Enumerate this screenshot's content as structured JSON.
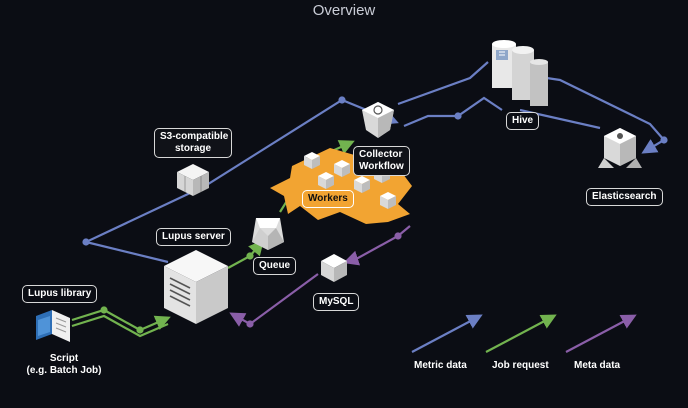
{
  "title": "Overview",
  "nodes": {
    "s3": "S3-compatible storage",
    "s3_line1": "S3-compatible",
    "s3_line2": "storage",
    "lupus_server": "Lupus server",
    "lupus_library": "Lupus library",
    "queue": "Queue",
    "workers": "Workers",
    "collector_line1": "Collector",
    "collector_line2": "Workflow",
    "mysql": "MySQL",
    "hive": "Hive",
    "elasticsearch": "Elasticsearch",
    "script_line1": "Script",
    "script_line2": "(e.g. Batch Job)"
  },
  "legend": {
    "metric": "Metric data",
    "job": "Job request",
    "meta": "Meta data"
  },
  "colors": {
    "metric": "#6b7fc4",
    "job": "#72b34f",
    "meta": "#8a5ea8",
    "workers_area": "#f2a432"
  }
}
